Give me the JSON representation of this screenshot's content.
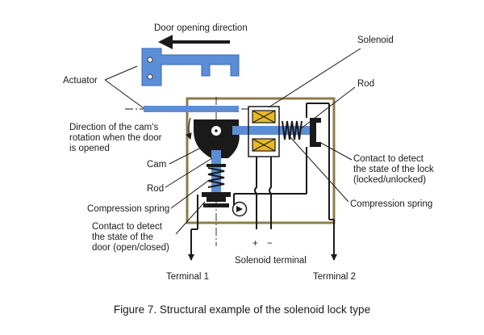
{
  "labels": {
    "door_opening_direction": "Door opening direction",
    "solenoid": "Solenoid",
    "actuator": "Actuator",
    "rod_top": "Rod",
    "cam_rotation_line1": "Direction of the cam's",
    "cam_rotation_line2": "rotation when the door",
    "cam_rotation_line3": "is opened",
    "cam": "Cam",
    "rod_left": "Rod",
    "compression_spring_left": "Compression spring",
    "door_contact_line1": "Contact to detect",
    "door_contact_line2": "the state of the",
    "door_contact_line3": "door (open/closed)",
    "lock_contact_line1": "Contact to detect",
    "lock_contact_line2": "the state of the lock",
    "lock_contact_line3": "(locked/unlocked)",
    "compression_spring_right": "Compression spring",
    "plus": "+",
    "minus": "−",
    "solenoid_terminal": "Solenoid terminal",
    "terminal_1": "Terminal 1",
    "terminal_2": "Terminal 2"
  },
  "caption": "Figure 7. Structural example of the solenoid lock type",
  "colors": {
    "blue": "#5b8ed6",
    "housing": "#8c7c4a",
    "solenoid_coil": "#e8b923",
    "line": "#1a1a1a"
  }
}
